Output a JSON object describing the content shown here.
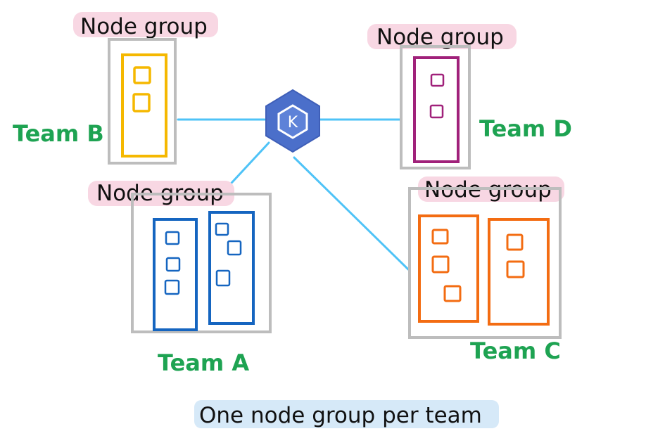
{
  "title": "",
  "colors": {
    "connector": "#4fc3f7",
    "group_border": "#bdbdbd",
    "label_highlight": "#f8d7e3",
    "caption_highlight": "#d6e9f8",
    "team_text": "#1ea352",
    "k8s_blue": "#4b6fca",
    "k8s_dark": "#3f5fb8",
    "team_a": "#1565c0",
    "team_b": "#f5b800",
    "team_c": "#f36c12",
    "team_d": "#a0217a"
  },
  "center": {
    "icon": "kubernetes-helm-icon",
    "letter": "K"
  },
  "node_groups": [
    {
      "id": "team-b",
      "label": "Node group",
      "team": "Team B"
    },
    {
      "id": "team-d",
      "label": "Node group",
      "team": "Team D"
    },
    {
      "id": "team-a",
      "label": "Node group",
      "team": "Team A"
    },
    {
      "id": "team-c",
      "label": "Node group",
      "team": "Team C"
    }
  ],
  "caption": "One node group per team"
}
